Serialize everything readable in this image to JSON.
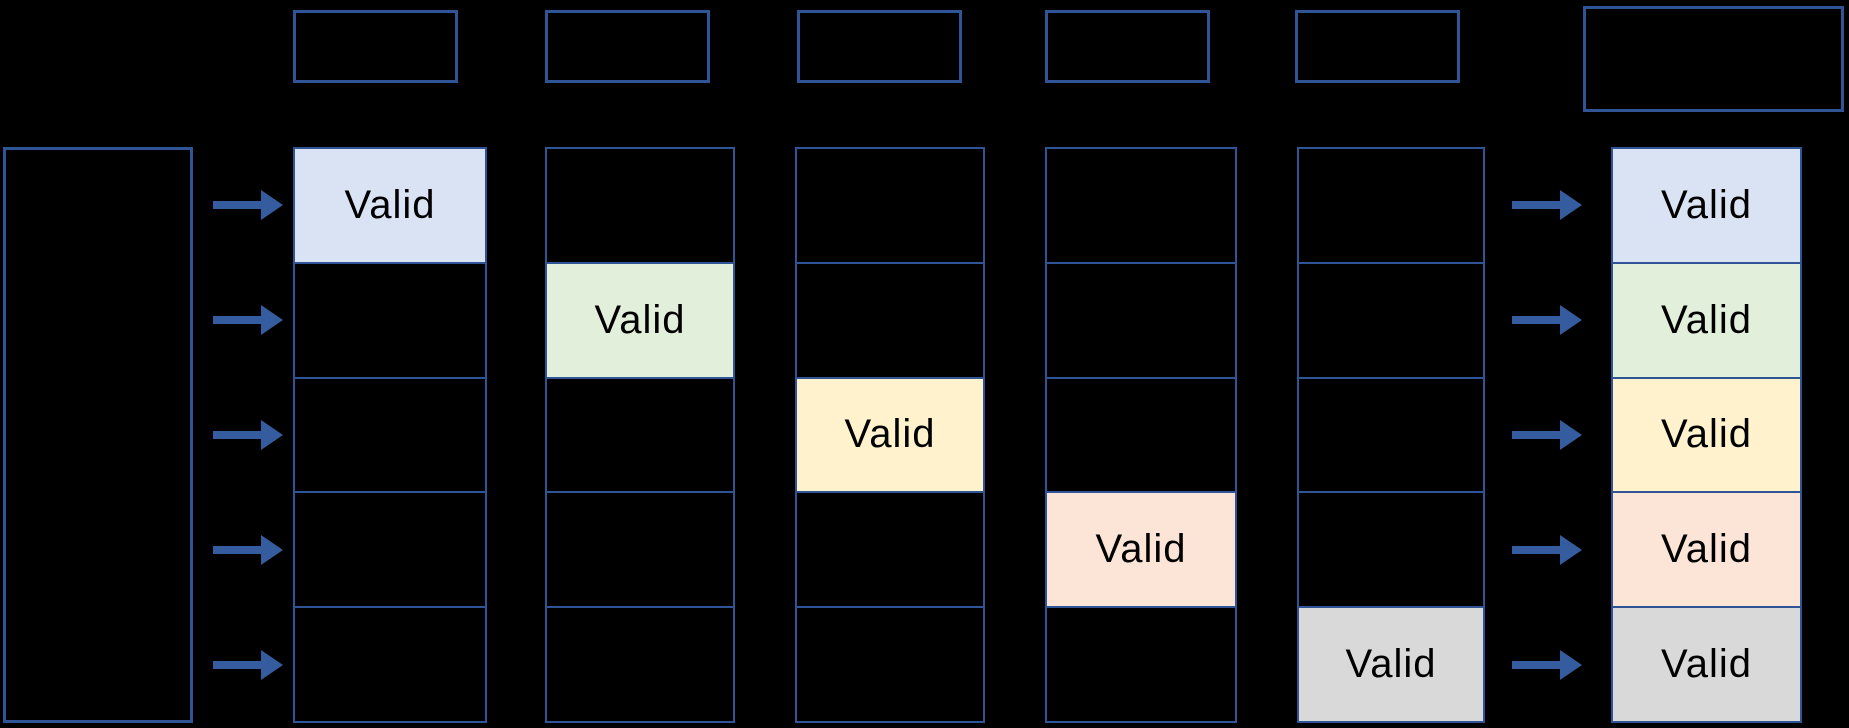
{
  "colors": {
    "canvas": "#000000",
    "border": "#2f5597",
    "arrow": "#355c9f",
    "text": "#000000",
    "valid_blue": "#dae3f3",
    "valid_green": "#e2efda",
    "valid_yellow": "#fff2cc",
    "valid_peach": "#fce4d6",
    "valid_gray": "#d9d9d9"
  },
  "columns": [
    {
      "cells": [
        {
          "label": "Valid",
          "bg": "#dae3f3"
        },
        {
          "label": "",
          "bg": ""
        },
        {
          "label": "",
          "bg": ""
        },
        {
          "label": "",
          "bg": ""
        },
        {
          "label": "",
          "bg": ""
        }
      ]
    },
    {
      "cells": [
        {
          "label": "",
          "bg": ""
        },
        {
          "label": "Valid",
          "bg": "#e2efda"
        },
        {
          "label": "",
          "bg": ""
        },
        {
          "label": "",
          "bg": ""
        },
        {
          "label": "",
          "bg": ""
        }
      ]
    },
    {
      "cells": [
        {
          "label": "",
          "bg": ""
        },
        {
          "label": "",
          "bg": ""
        },
        {
          "label": "Valid",
          "bg": "#fff2cc"
        },
        {
          "label": "",
          "bg": ""
        },
        {
          "label": "",
          "bg": ""
        }
      ]
    },
    {
      "cells": [
        {
          "label": "",
          "bg": ""
        },
        {
          "label": "",
          "bg": ""
        },
        {
          "label": "",
          "bg": ""
        },
        {
          "label": "Valid",
          "bg": "#fce4d6"
        },
        {
          "label": "",
          "bg": ""
        }
      ]
    },
    {
      "cells": [
        {
          "label": "",
          "bg": ""
        },
        {
          "label": "",
          "bg": ""
        },
        {
          "label": "",
          "bg": ""
        },
        {
          "label": "",
          "bg": ""
        },
        {
          "label": "Valid",
          "bg": "#d9d9d9"
        }
      ]
    },
    {
      "cells": [
        {
          "label": "Valid",
          "bg": "#dae3f3"
        },
        {
          "label": "Valid",
          "bg": "#e2efda"
        },
        {
          "label": "Valid",
          "bg": "#fff2cc"
        },
        {
          "label": "Valid",
          "bg": "#fce4d6"
        },
        {
          "label": "Valid",
          "bg": "#d9d9d9"
        }
      ]
    }
  ]
}
